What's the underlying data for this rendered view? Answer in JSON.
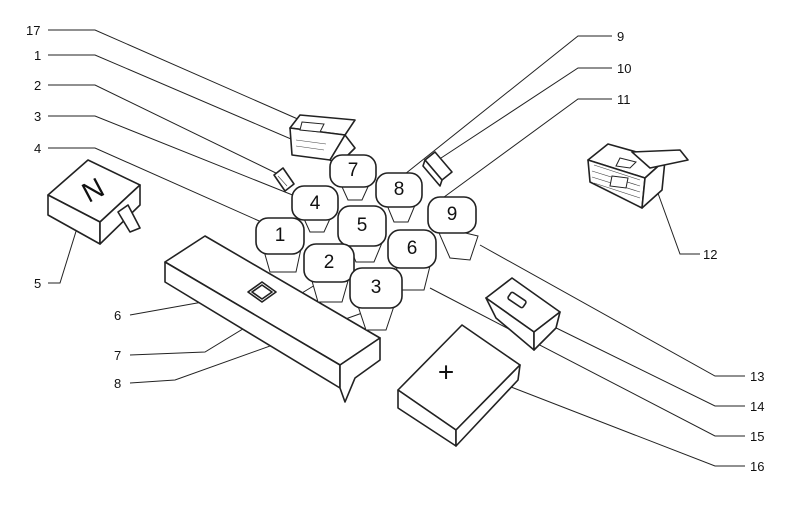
{
  "keys": {
    "k1": "1",
    "k2": "2",
    "k3": "3",
    "k4": "4",
    "k5": "5",
    "k6": "6",
    "k7": "7",
    "k8": "8",
    "k9": "9"
  },
  "glyphs": {
    "n_key": "N",
    "plus_key": "+",
    "minus_key": "−"
  },
  "callouts": {
    "c1": "1",
    "c2": "2",
    "c3": "3",
    "c4": "4",
    "c5": "5",
    "c6": "6",
    "c7": "7",
    "c8": "8",
    "c9": "9",
    "c10": "10",
    "c11": "11",
    "c12": "12",
    "c13": "13",
    "c14": "14",
    "c15": "15",
    "c16": "16",
    "c17": "17"
  }
}
